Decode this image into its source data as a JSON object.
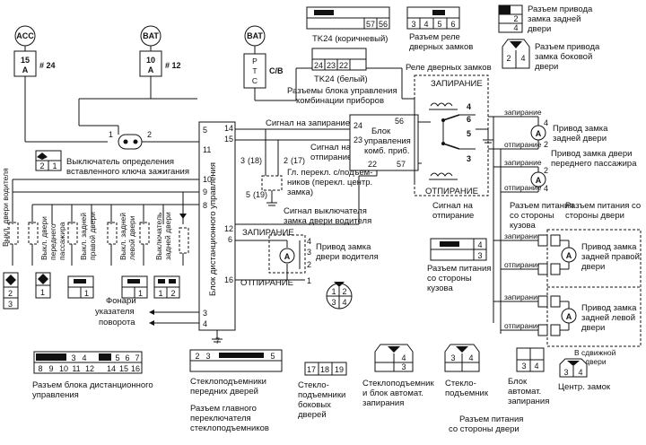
{
  "fuses": {
    "acc": {
      "name": "ACC",
      "amp": "15",
      "unit": "A",
      "num": "# 24"
    },
    "bat1": {
      "name": "BAT",
      "amp": "10",
      "unit": "A",
      "num": "# 12"
    },
    "bat2": {
      "name": "BAT",
      "cb": "C/B",
      "p": "P",
      "t": "T",
      "c": "C"
    }
  },
  "top_connectors": {
    "tk24_brown_pins": [
      "57",
      "56"
    ],
    "tk24_brown_label": "TK24 (коричневый)",
    "tk24_white_pins": [
      "24",
      "23",
      "22"
    ],
    "tk24_white_label": "TK24 (белый)",
    "relay_conn_pins": [
      "3",
      "4",
      "5",
      "6"
    ],
    "relay_conn_label": "Разъем реле дверных замков",
    "rear_conn_pins": [
      "2",
      "4"
    ],
    "rear_conn_label": "Разъем привода замка задней двери",
    "side_conn_pins": [
      "2",
      "4"
    ],
    "side_conn_label": "Разъем привода замка боковой двери"
  },
  "labels": {
    "combo_connectors": "Разъемы блока управления комбинации приборов",
    "relay": "Реле дверных замков",
    "lock_sig": "Сигнал на запирание",
    "unlock_sig": "Сигнал на отпирание",
    "combo_block": "Блок управления комб. приб.",
    "key_switch": "Выключатель определения вставленного ключа зажигания",
    "main_switch": "Гл. перекл. с/подъемников (перекл. центр. замка)",
    "driver_switch_sig": "Сигнал выключателя замка двери водителя",
    "remote_unit": "Блок дистанционного управления",
    "lock": "ЗАПИРАНИЕ",
    "unlock": "ОТПИРАНИЕ",
    "driver_actuator": "Привод замка двери водителя",
    "rear_actuator": "Привод замка задней двери",
    "pass_actuator": "Привод замка двери переднего пассажира",
    "power_body_a": "Разъем питания со стороны кузова",
    "power_body_b": "Разъем питания со стороны двери",
    "rear_right": "Привод замка задней правой двери",
    "rear_left": "Привод замка задней левой двери",
    "sliding": "В сдвижной двери",
    "power_body_mid": "Разъем питания со стороны кузова",
    "turn_lamps": "Фонари указателя поворота",
    "small_lock": "запирание",
    "small_unlock": "отпирание",
    "remote_conn": "Разъем блока дистанционного управления",
    "front_windows": "Стеклоподъемники передних дверей",
    "main_ws_conn": "Разъем главного переключателя стеклоподъемников",
    "side_windows": "Стекло-подъемники боковых дверей",
    "window_auto": "Стеклоподъемник и блок автомат. запирания",
    "window_lift": "Стекло-подъемник",
    "auto_lock_block": "Блок автомат. запирания",
    "central_lock": "Центр. замок",
    "door_power": "Разъем питания со стороны двери"
  },
  "switch_labels": [
    "Выкл. двери водителя",
    "Выкл. двери переднего пассажира",
    "Выкл. задней правой двери",
    "Выкл. задней левой двери",
    "Выключатель задней двери"
  ],
  "remote_pins_top": [
    "3",
    "4",
    "5",
    "6",
    "7"
  ],
  "remote_pins_bottom": [
    "8",
    "9",
    "10",
    "11",
    "12",
    "14",
    "15",
    "16"
  ],
  "front_win_pins": [
    "2",
    "3",
    "5"
  ],
  "side_win_pins": [
    "17",
    "18",
    "19"
  ],
  "pin_numbers": {
    "p1": "1",
    "p2": "2",
    "p3": "3",
    "p4": "4",
    "p5": "5",
    "p6": "6",
    "p7": "7",
    "p8": "8",
    "p9": "9",
    "p10": "10",
    "p11": "11",
    "p12": "12",
    "p14": "14",
    "p15": "15",
    "p16": "16",
    "p17": "(17)",
    "p18": "(18)",
    "p19": "(19)",
    "p22": "22",
    "p23": "23",
    "p24": "24",
    "p56": "56",
    "p57": "57",
    "actA": "A"
  }
}
